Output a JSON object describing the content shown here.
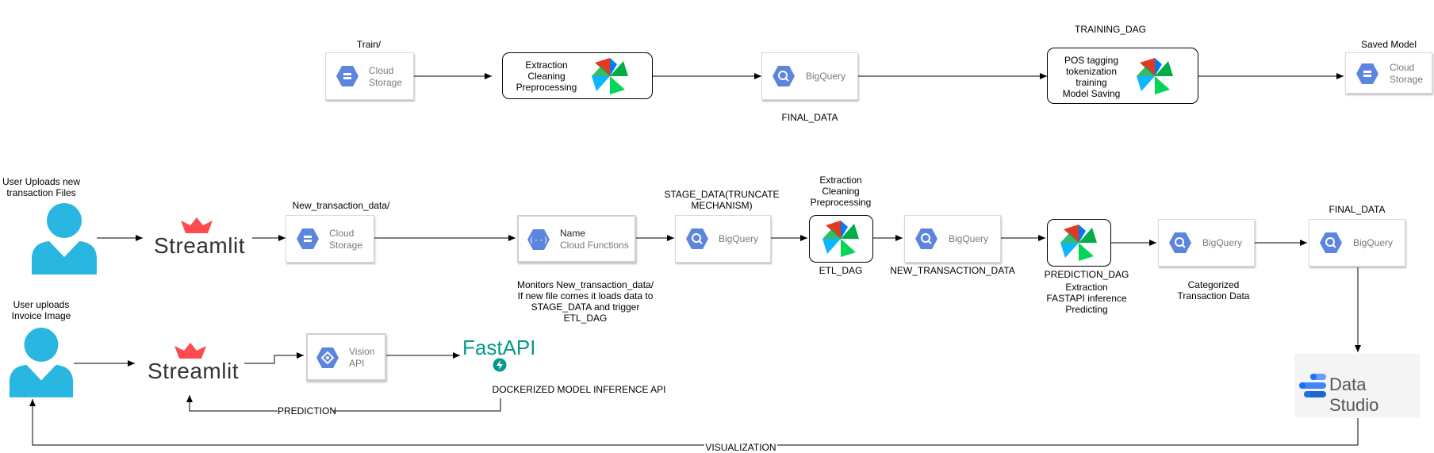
{
  "training": {
    "train_folder": "Train/",
    "cloud_storage": [
      "Cloud",
      "Storage"
    ],
    "dag1_lines": [
      "Extraction",
      "Cleaning",
      "Preprocessing"
    ],
    "bigquery": "BigQuery",
    "final_data": "FINAL_DATA",
    "training_dag_title": "TRAINING_DAG",
    "dag2_lines": [
      "POS tagging",
      "tokenization",
      "training",
      "Model Saving"
    ],
    "saved_model": "Saved Model",
    "saved_storage": [
      "Cloud",
      "Storage"
    ]
  },
  "transactions": {
    "user_caption": [
      "User Uploads new",
      "transaction Files"
    ],
    "streamlit": "Streamlit",
    "folder": "New_transaction_data/",
    "cloud_storage": [
      "Cloud",
      "Storage"
    ],
    "function_name": "Name",
    "function_service": "Cloud Functions",
    "function_note": [
      "Monitors New_transaction_data/",
      "If new file comes it loads data to",
      "STAGE_DATA and trigger",
      "ETL_DAG"
    ],
    "stage_title": [
      "STAGE_DATA(TRUNCATE",
      "MECHANISM)"
    ],
    "bigquery_stage": "BigQuery",
    "etl_top": [
      "Extraction",
      "Cleaning",
      "Preprocessing"
    ],
    "etl_dag": "ETL_DAG",
    "bigquery_new": "BigQuery",
    "new_transaction_data": "NEW_TRANSACTION_DATA",
    "prediction_dag": "PREDICTION_DAG",
    "prediction_steps": [
      "Extraction",
      "FASTAPI inference",
      "Predicting"
    ],
    "bigquery_cat": "BigQuery",
    "categorized": [
      "Categorized",
      "Transaction Data"
    ],
    "final_title": "FINAL_DATA",
    "bigquery_final": "BigQuery"
  },
  "invoice": {
    "user_caption": [
      "User uploads",
      "Invoice Image"
    ],
    "streamlit": "Streamlit",
    "vision_api": [
      "Vision",
      "API"
    ],
    "fastapi": "FastAPI",
    "docker_label": "DOCKERIZED MODEL INFERENCE API",
    "prediction_label": "PREDICTION"
  },
  "reporting": {
    "data_studio": "Data Studio",
    "visualization_label": "VISUALIZATION"
  },
  "colors": {
    "gcp_blue": "#5c85de",
    "user_blue": "#29b6e0",
    "streamlit_red": "#ff4b4b",
    "fastapi_teal": "#05998b"
  }
}
